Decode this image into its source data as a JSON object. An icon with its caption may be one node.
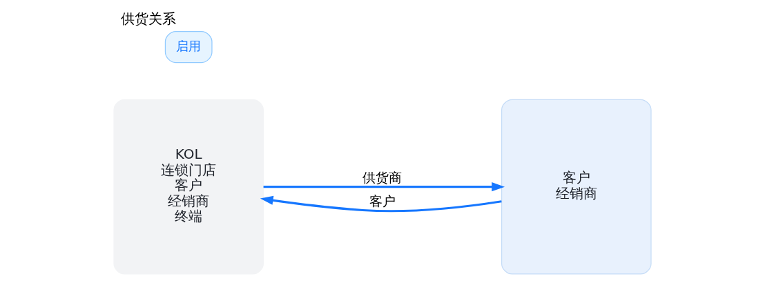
{
  "diagram": {
    "title": "供货关系",
    "nodes": [
      {
        "text": [
          "KOL",
          "连锁门店",
          "客户",
          "经销商",
          "终端"
        ]
      },
      {
        "text": [
          "客户",
          "经销商"
        ]
      },
      {
        "text": [
          "启用"
        ]
      }
    ],
    "edges": [
      {
        "from": 0,
        "to": 1,
        "arrow": "to",
        "label": "供货商"
      },
      {
        "from": 1,
        "to": 0,
        "arrow": "to",
        "label": "客户"
      }
    ]
  }
}
